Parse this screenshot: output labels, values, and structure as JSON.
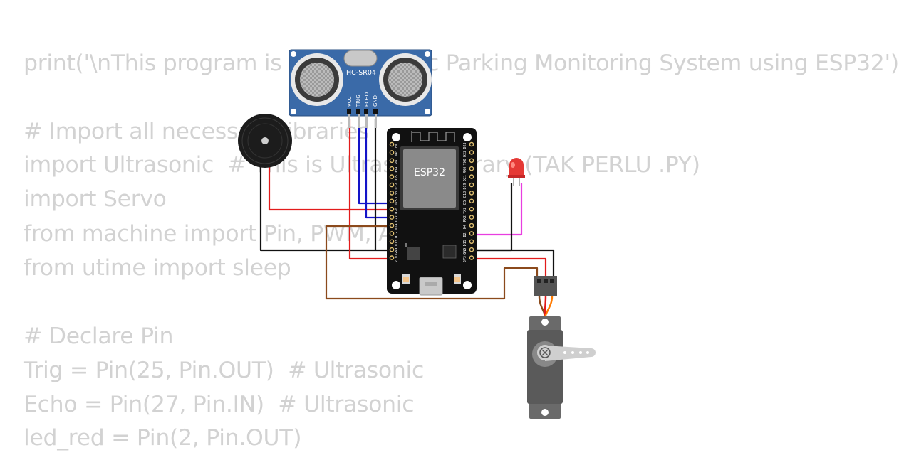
{
  "code": {
    "lines": [
      "print('\\nThis program is for Automatic Parking Monitoring System using ESP32')",
      "",
      "# Import all necessary libraries",
      "import Ultrasonic  # This is Ultrasonic library (TAK PERLU .PY)",
      "import Servo",
      "from machine import Pin, PWM, ADC",
      "from utime import sleep",
      "",
      "# Declare Pin",
      "Trig = Pin(25, Pin.OUT)  # Ultrasonic",
      "Echo = Pin(27, Pin.IN)  # Ultrasonic",
      "led_red = Pin(2, Pin.OUT)"
    ]
  },
  "sensor": {
    "label": "HC-SR04",
    "pins": [
      "VCC",
      "TRIG",
      "ECHO",
      "GND"
    ]
  },
  "board": {
    "label": "ESP32",
    "left_pins": [
      "EN",
      "VP",
      "VN",
      "D34",
      "D35",
      "D32",
      "D33",
      "D25",
      "D26",
      "D27",
      "D14",
      "D12",
      "D13",
      "GND",
      "VIN"
    ],
    "right_pins": [
      "D23",
      "D22",
      "TX0",
      "RX0",
      "D21",
      "D19",
      "D18",
      "D5",
      "TX2",
      "RX2",
      "D4",
      "D2",
      "D15",
      "GND",
      "3V3"
    ]
  },
  "colors": {
    "code_text": "#d2d2d2",
    "wire_red": "#e21b1b",
    "wire_blue": "#1414c8",
    "wire_black": "#111111",
    "wire_magenta": "#e83ee0",
    "wire_brown": "#8b4a1c",
    "wire_orange": "#ff7a00",
    "board": "#111111",
    "sensor_pcb": "#3a6aa8",
    "led": "#e53935",
    "servo_body": "#5a5a5a"
  }
}
